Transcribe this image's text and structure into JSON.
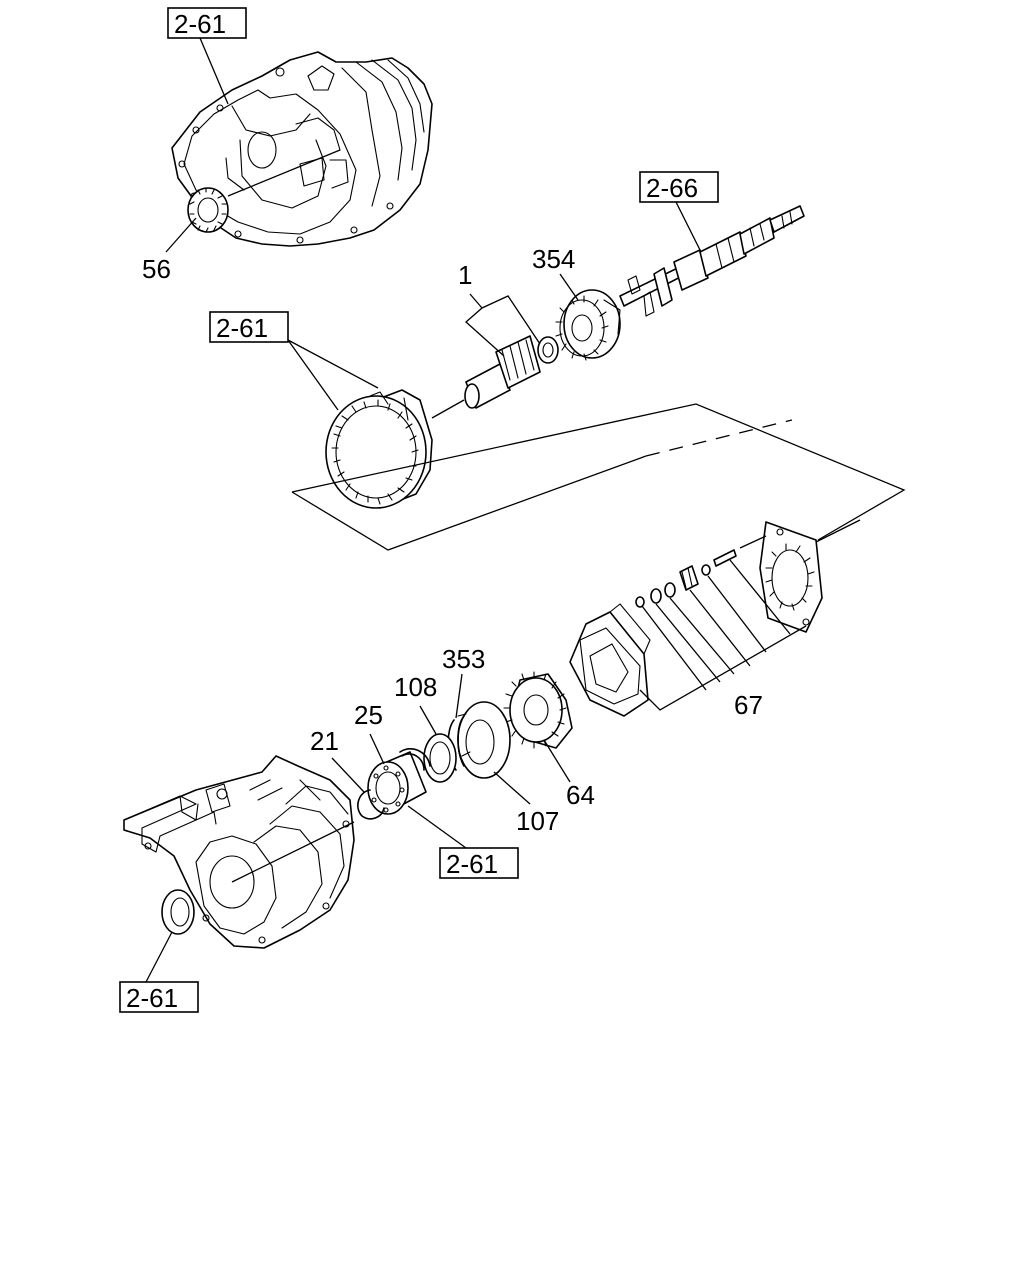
{
  "refs": {
    "ref_top": "2-61",
    "ref_shaft": "2-66",
    "ref_ring": "2-61",
    "ref_bearing": "2-61",
    "ref_seal": "2-61"
  },
  "parts": {
    "p56": "56",
    "p1": "1",
    "p354": "354",
    "p353": "353",
    "p108": "108",
    "p25": "25",
    "p21": "21",
    "p67": "67",
    "p64": "64",
    "p107": "107"
  }
}
